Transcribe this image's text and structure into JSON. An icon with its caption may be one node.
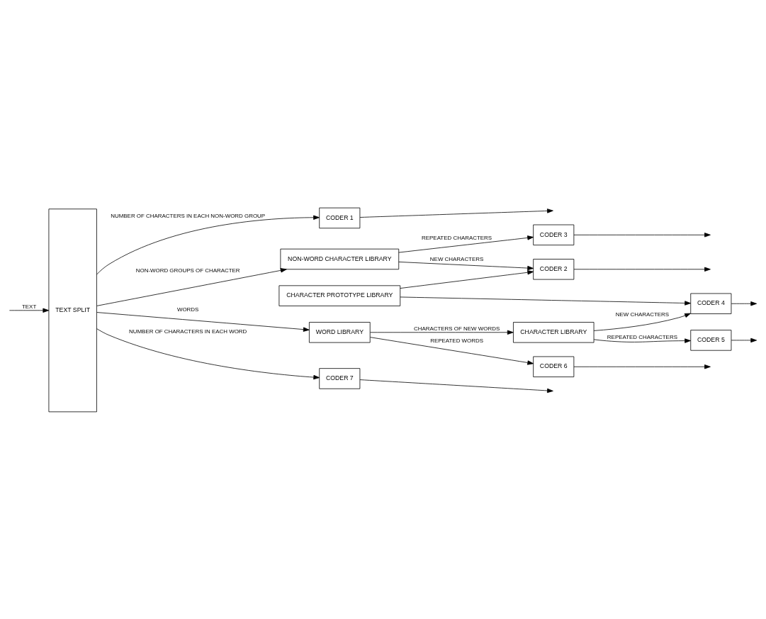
{
  "diagram": {
    "nodes": [
      {
        "text": [
          "TEXT SPLIT"
        ]
      },
      {
        "text": [
          "CODER 1"
        ]
      },
      {
        "text": [
          "NON-WORD CHARACTER LIBRARY"
        ]
      },
      {
        "text": [
          "CODER 2"
        ]
      },
      {
        "text": [
          "CODER 3"
        ]
      },
      {
        "text": [
          "CHARACTER PROTOTYPE LIBRARY"
        ]
      },
      {
        "text": [
          "CODER 4"
        ]
      },
      {
        "text": [
          "CHARACTER LIBRARY"
        ]
      },
      {
        "text": [
          "CODER 5"
        ]
      },
      {
        "text": [
          "WORD LIBRARY"
        ]
      },
      {
        "text": [
          "CODER 6"
        ]
      },
      {
        "text": [
          "CODER 7"
        ]
      }
    ],
    "edges": [
      {
        "from": null,
        "to": 0,
        "arrow": "to",
        "label": "TEXT"
      },
      {
        "from": 0,
        "to": 1,
        "arrow": "to",
        "label": "NUMBER OF CHARACTERS IN EACH NON-WORD GROUP"
      },
      {
        "from": 0,
        "to": 2,
        "arrow": "to",
        "label": "NON-WORD GROUPS OF CHARACTER"
      },
      {
        "from": 2,
        "to": 3,
        "arrow": "to",
        "label": "NEW CHARACTERS"
      },
      {
        "from": 2,
        "to": 4,
        "arrow": "to",
        "label": "REPEATED CHARACTERS"
      },
      {
        "from": 5,
        "to": 3,
        "arrow": "to"
      },
      {
        "from": 5,
        "to": 6,
        "arrow": "to"
      },
      {
        "from": 7,
        "to": 6,
        "arrow": "to",
        "label": "NEW CHARACTERS"
      },
      {
        "from": 7,
        "to": 8,
        "arrow": "to",
        "label": "REPEATED CHARACTERS"
      },
      {
        "from": 9,
        "to": 7,
        "arrow": "to",
        "label": "CHARACTERS OF NEW WORDS"
      },
      {
        "from": 0,
        "to": 9,
        "arrow": "to",
        "label": "WORDS"
      },
      {
        "from": 9,
        "to": 10,
        "arrow": "to",
        "label": "REPEATED WORDS"
      },
      {
        "from": 0,
        "to": 11,
        "arrow": "to",
        "label": "NUMBER OF CHARACTERS IN EACH WORD"
      },
      {
        "from": 1,
        "to": null,
        "arrow": "to"
      },
      {
        "from": 3,
        "to": null,
        "arrow": "to"
      },
      {
        "from": 4,
        "to": null,
        "arrow": "to"
      },
      {
        "from": 6,
        "to": null,
        "arrow": "to"
      },
      {
        "from": 8,
        "to": null,
        "arrow": "to"
      },
      {
        "from": 10,
        "to": null,
        "arrow": "to"
      },
      {
        "from": 11,
        "to": null,
        "arrow": "to"
      }
    ]
  }
}
